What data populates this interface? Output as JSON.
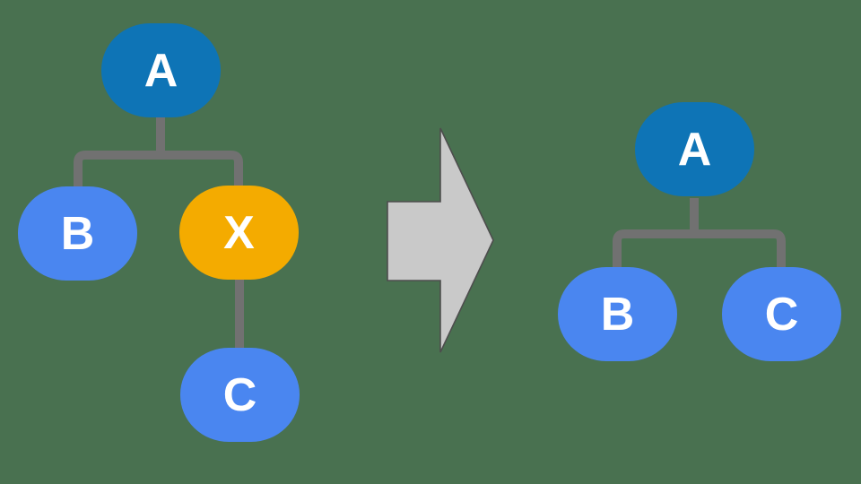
{
  "diagram": {
    "description": "Tree transformation: intermediate node X is removed and its child C is re-attached to root A",
    "background_color": "#497150",
    "colors": {
      "root_node": "#0e74b6",
      "child_node": "#4a86f0",
      "highlight_node": "#f4ab00",
      "connector": "#717171",
      "arrow_fill": "#c9c9c9",
      "arrow_stroke": "#4d4d4d",
      "node_text": "#ffffff"
    },
    "before": {
      "nodes": {
        "a": "A",
        "b": "B",
        "x": "X",
        "c": "C"
      },
      "edges": [
        "A-B",
        "A-X",
        "X-C"
      ]
    },
    "arrow": {
      "direction": "right"
    },
    "after": {
      "nodes": {
        "a": "A",
        "b": "B",
        "c": "C"
      },
      "edges": [
        "A-B",
        "A-C"
      ]
    }
  }
}
